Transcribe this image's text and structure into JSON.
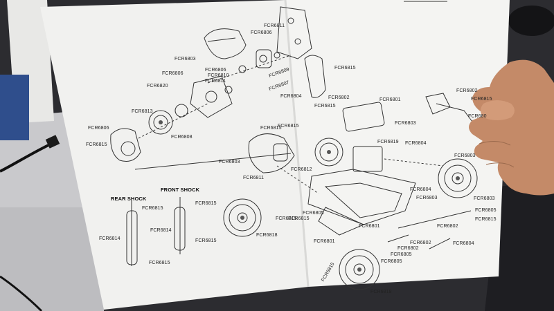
{
  "manual": {
    "left_page_labels": {
      "l1": "FCR6803",
      "l2": "FCR6811",
      "l3": "FCR6806",
      "l4": "FCR6806",
      "l5": "FCR6810",
      "l6": "FCR6806",
      "l7": "FCR6820",
      "l8": "FCR6811",
      "l9": "FCR6807",
      "l10": "FCR6809",
      "l11": "FCR6813",
      "l12": "FCR6804",
      "l13": "FCR6806",
      "l14": "FCR6808",
      "l15": "FCR6815"
    },
    "right_page_labels": {
      "r1": "FCR6815",
      "r2": "FCR6802",
      "r3": "FCR6815",
      "r4": "FCR6801",
      "r5": "FCR6802",
      "r6": "FCR6815",
      "r7": "FCR6803",
      "r8": "FCR680",
      "r9": "FCR6815",
      "r10": "FCR6819",
      "r11": "FCR6804",
      "r12": "FCR6803",
      "r13": "FCR6812",
      "r14": "FCR6811",
      "r15": "FCR6804",
      "r16": "FCR6803",
      "r17": "FCR6803",
      "r18": "FCR6815",
      "r19": "FCR6805",
      "r20": "FCR6801",
      "r21": "FCR6802",
      "r22": "FCR6815",
      "r23": "FCR6805",
      "r24": "FCR6801",
      "r25": "FCR6802",
      "r26": "FCR6802",
      "r27": "FCR6805",
      "r28": "FCR6805",
      "r29": "FCR6804",
      "r30": "FCR6815",
      "r31": "FCR6818",
      "r32": "FCR6803"
    },
    "shocks": {
      "rear_title": "REAR SHOCK",
      "front_title": "FRONT SHOCK",
      "s1": "FCR6815",
      "s2": "FCR6815",
      "s3": "FCR6814",
      "s4": "FCR6814",
      "s5": "FCR6815",
      "s6": "FCR6815",
      "s7": "FCR6815",
      "s8": "FCR6818",
      "s9": "FCR6815"
    }
  },
  "colors": {
    "paper": "#f1f1f0",
    "ink": "#222222",
    "desk": "#cfcfd2",
    "skin": "#c48a68",
    "box_blue": "#2f4e8c"
  }
}
